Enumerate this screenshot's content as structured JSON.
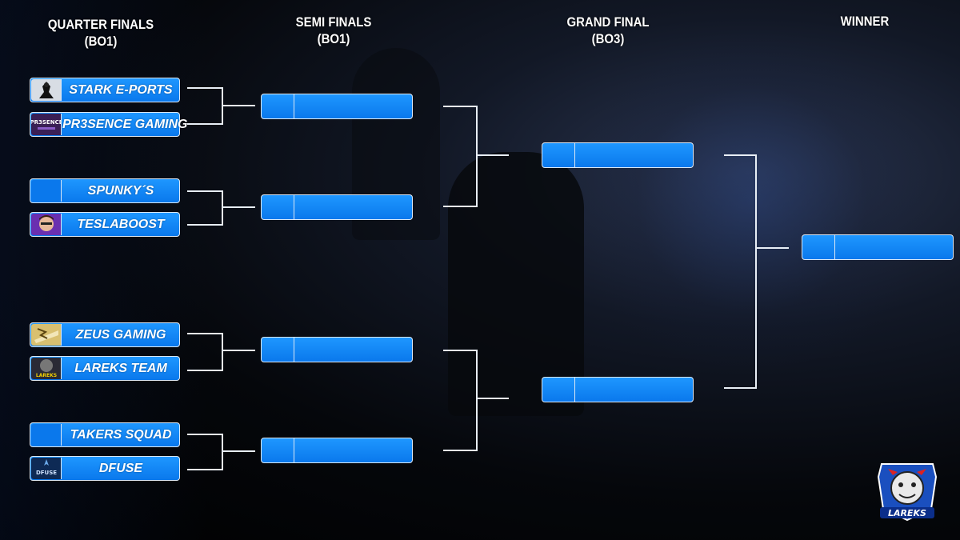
{
  "headers": {
    "quarter": {
      "title": "QUARTER FINALS",
      "sub": "(BO1)"
    },
    "semi": {
      "title": "SEMI FINALS",
      "sub": "(BO1)"
    },
    "grand": {
      "title": "GRAND FINAL",
      "sub": "(BO3)"
    },
    "winner": {
      "title": "WINNER"
    }
  },
  "quarter_finals": [
    {
      "name": "STARK E-PORTS",
      "logo": "stark-logo"
    },
    {
      "name": "PR3SENCE GAMING",
      "logo": "pr3sence-logo"
    },
    {
      "name": "SPUNKY´S",
      "logo": ""
    },
    {
      "name": "TESLABOOST",
      "logo": "teslaboost-logo"
    },
    {
      "name": "ZEUS GAMING",
      "logo": "zeus-logo"
    },
    {
      "name": "LAREKS TEAM",
      "logo": "lareks-logo"
    },
    {
      "name": "TAKERS SQUAD",
      "logo": ""
    },
    {
      "name": "DFUSE",
      "logo": "dfuse-logo"
    }
  ],
  "logo_texts": {
    "pr3sence": "PR3SENCE",
    "lareks": "LAREKS",
    "dfuse": "DFUSE"
  },
  "brand": {
    "logo_text": "LAREKS"
  },
  "colors": {
    "slot": "#0a78ec",
    "line": "#e8eef5",
    "text": "#ffffff"
  }
}
